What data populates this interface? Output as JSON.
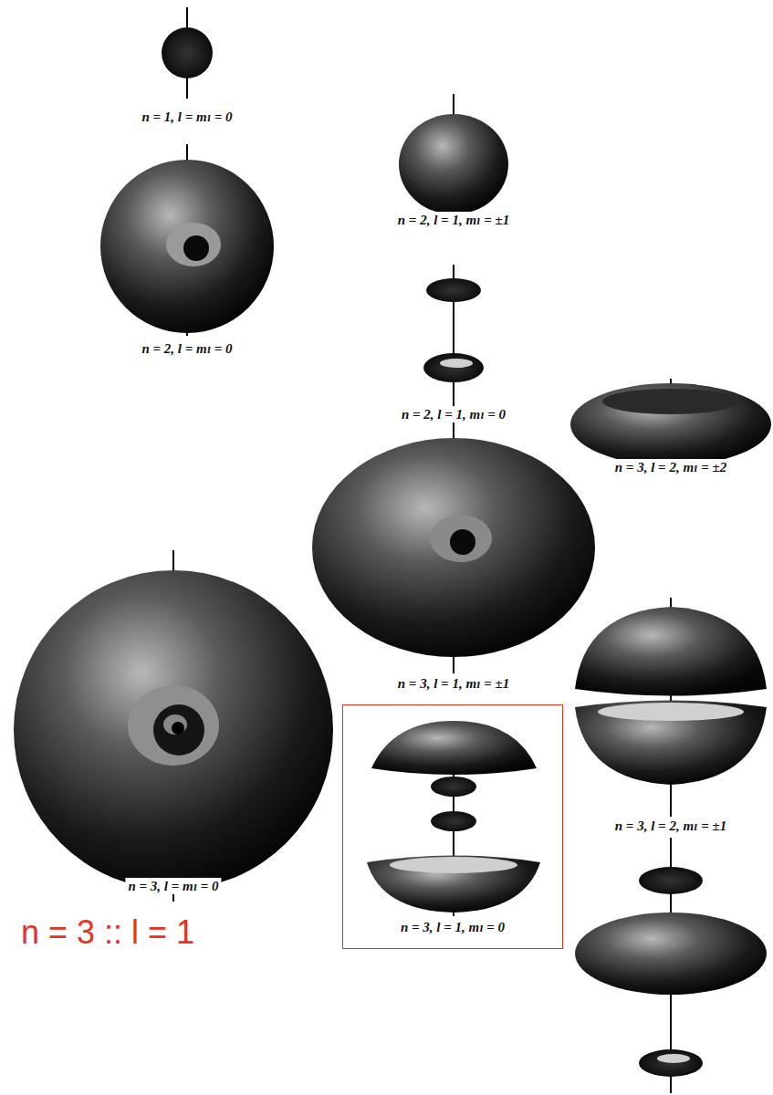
{
  "diagram": {
    "nodes": [
      {
        "text": [
          "n = 3, l = 1, mₗ = 0"
        ]
      }
    ],
    "labels": [
      "n = 1, l = mₗ = 0",
      "n = 2, l = 1, mₗ = ±1",
      "n = 2, l = mₗ = 0",
      "n = 2, l = 1, mₗ = 0",
      "n = 3, l = 2, mₗ = ±2",
      "n = 3, l = 1, mₗ = ±1",
      "n = 3, l = 2, mₗ = ±1",
      "n = 3, l = mₗ = 0",
      "n = 3 :: l = 1"
    ]
  }
}
